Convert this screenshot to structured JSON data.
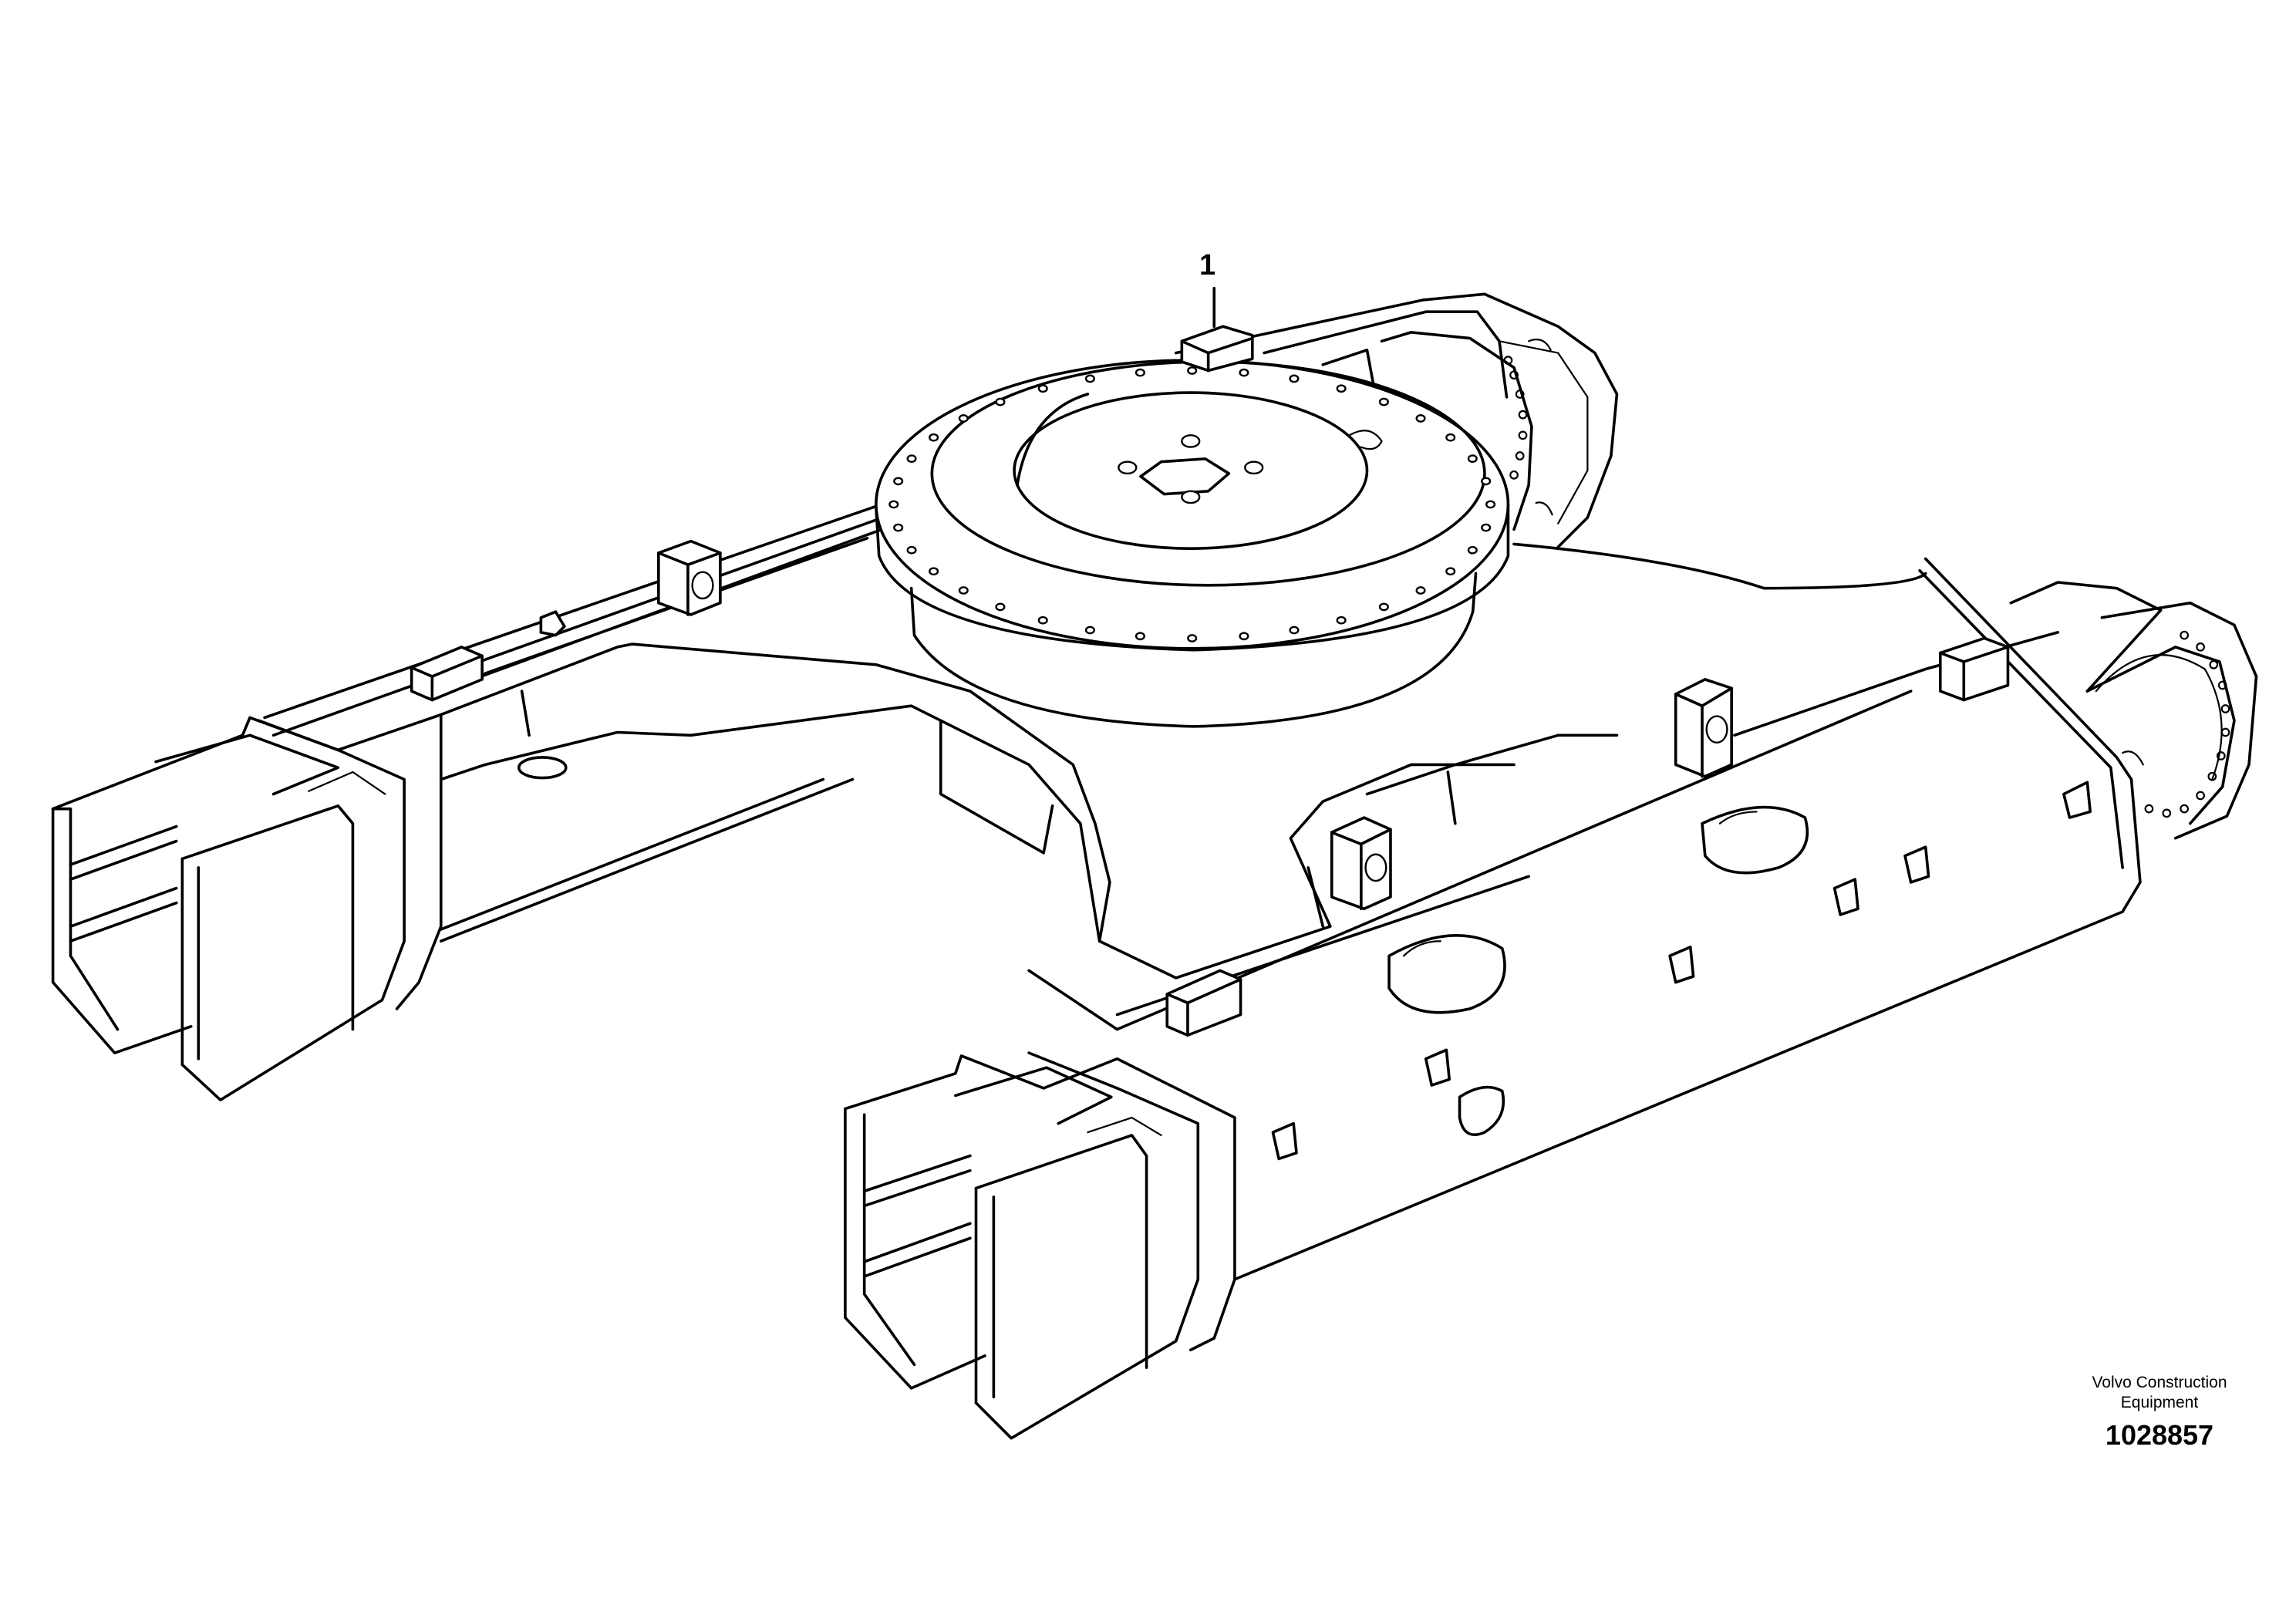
{
  "callouts": [
    {
      "label": "1"
    }
  ],
  "manufacturer": {
    "line1": "Volvo Construction",
    "line2": "Equipment"
  },
  "drawing_number": "1028857"
}
